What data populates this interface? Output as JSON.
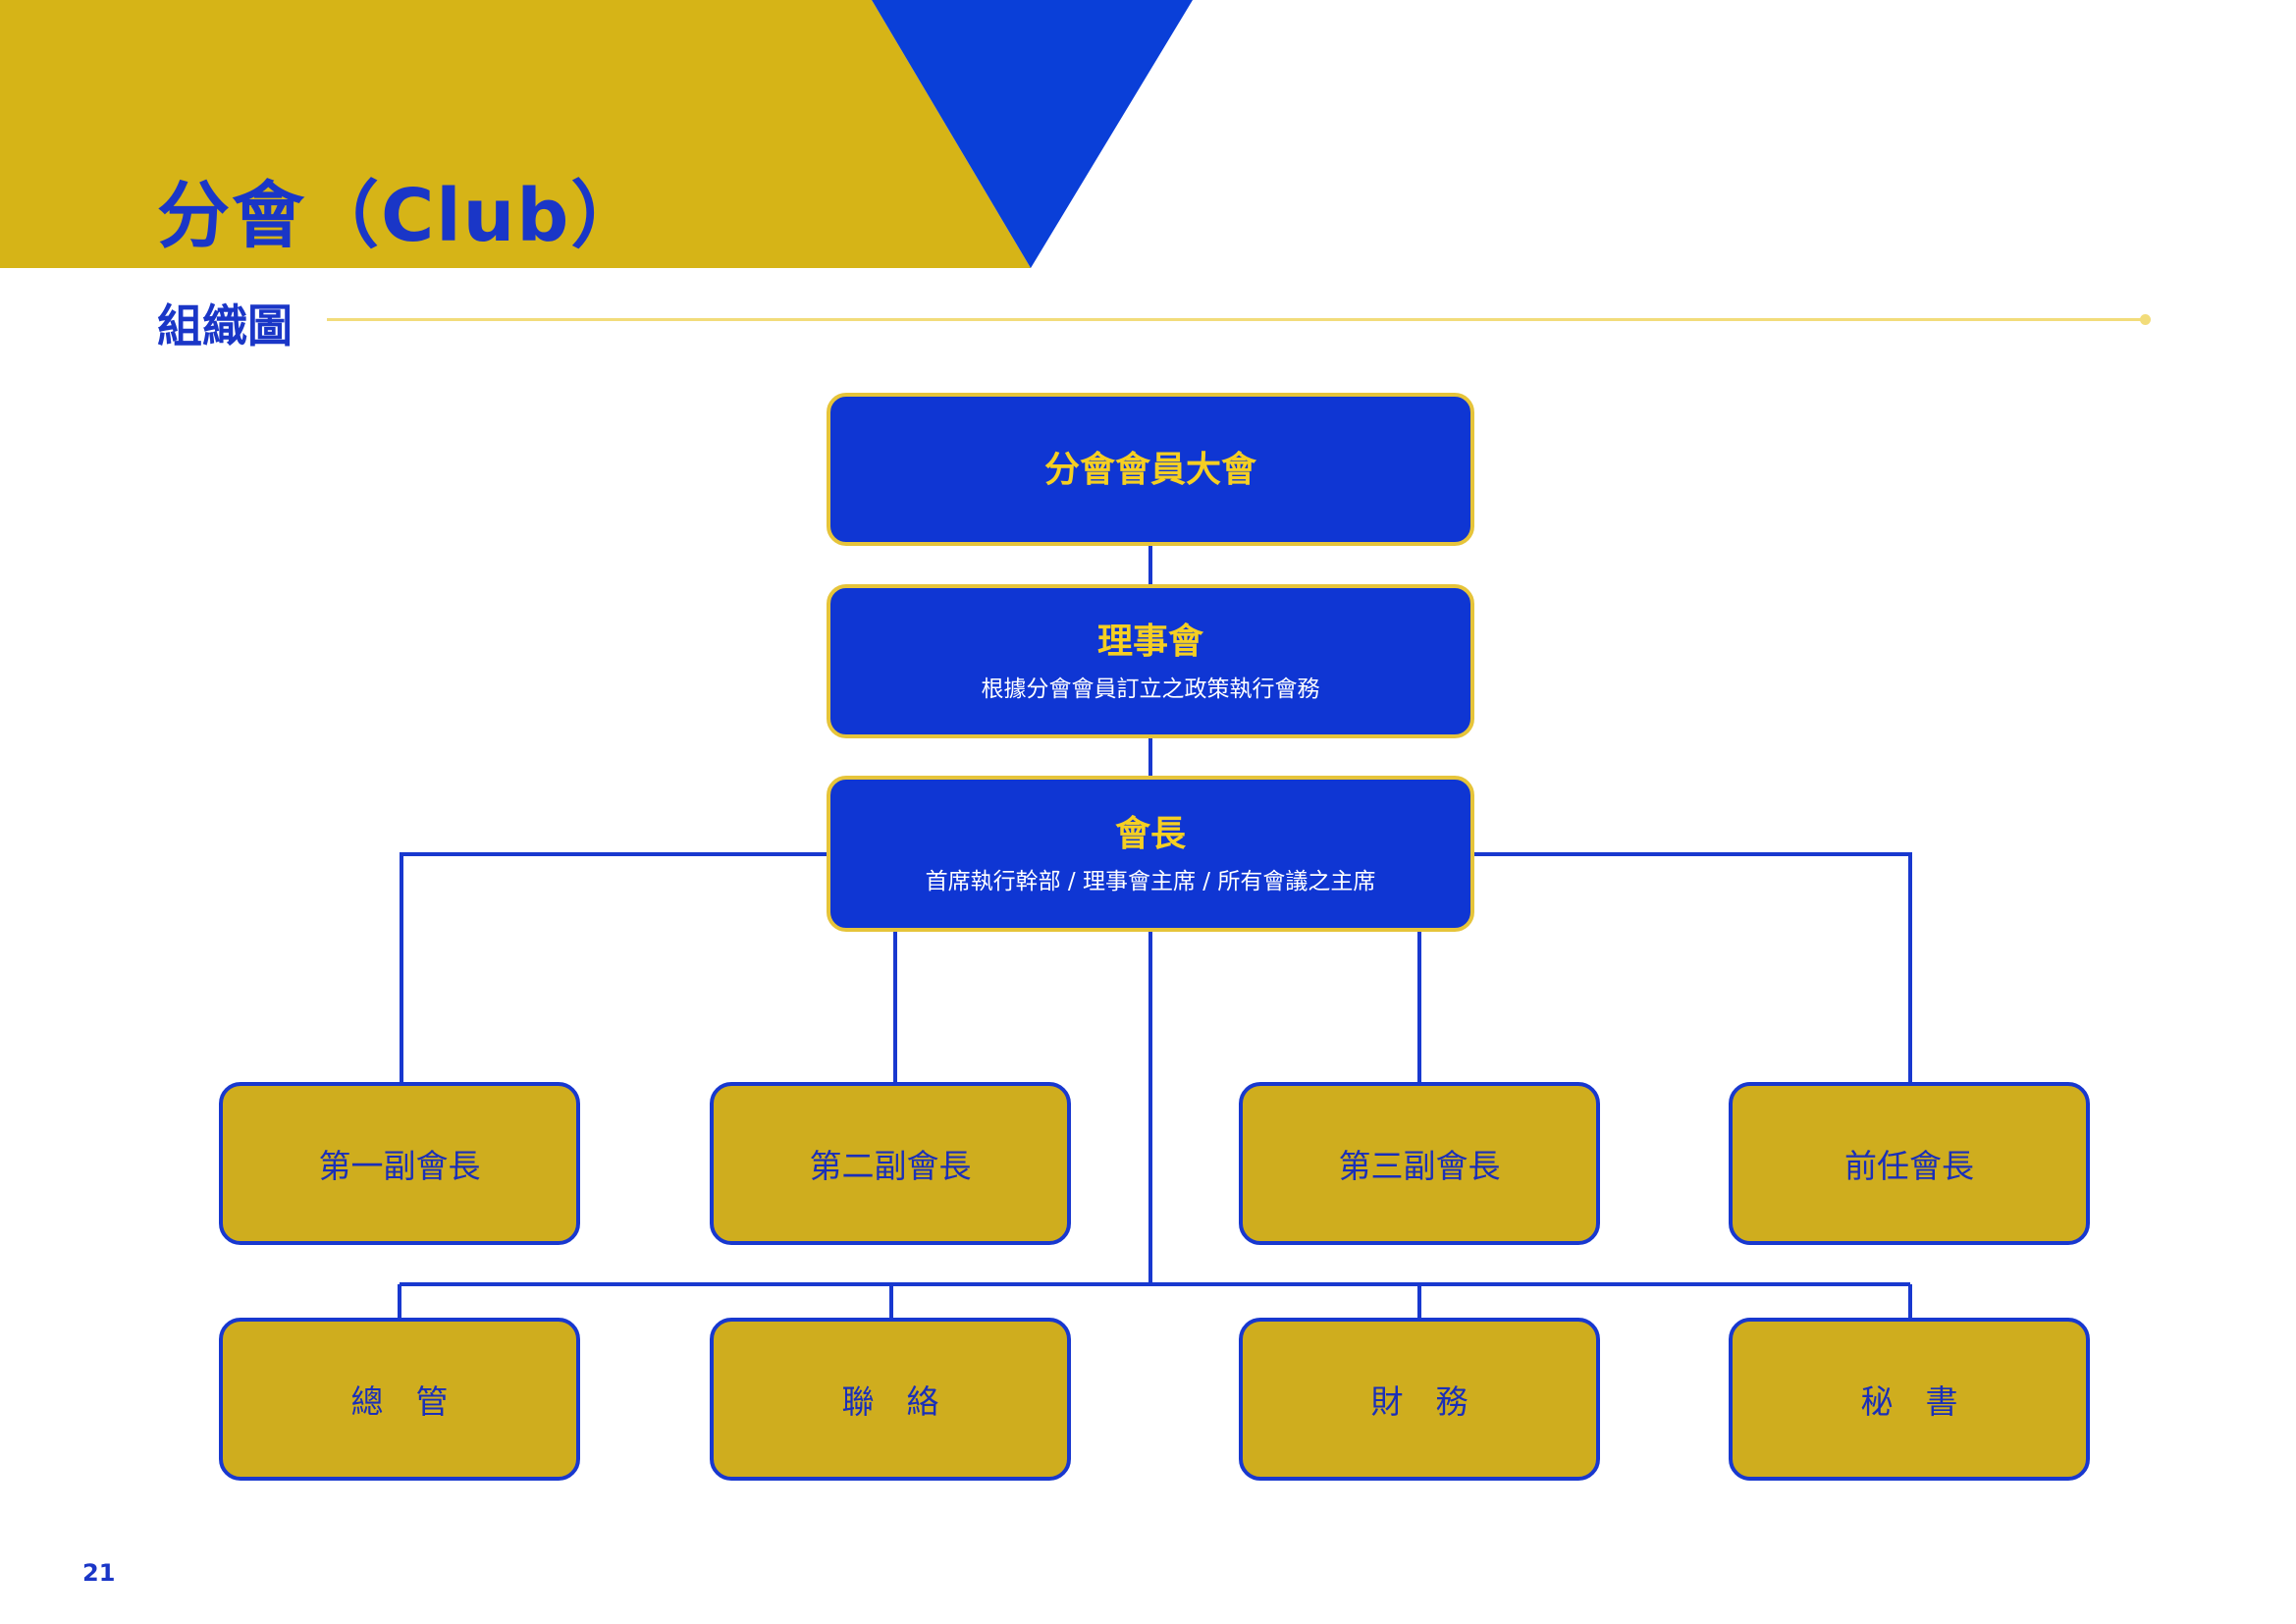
{
  "header": {
    "title": "分會（Club）",
    "section_title": "組織圖",
    "colors": {
      "gold": "#D6B417",
      "blue": "#0A3FD8",
      "rule": "#F2DC7A"
    }
  },
  "org_chart": {
    "assembly": {
      "title": "分會會員大會"
    },
    "board": {
      "title": "理事會",
      "subtitle": "根據分會會員訂立之政策執行會務"
    },
    "president": {
      "title": "會長",
      "subtitle": "首席執行幹部 / 理事會主席 / 所有會議之主席"
    },
    "vice_row": [
      "第一副會長",
      "第二副會長",
      "第三副會長",
      "前任會長"
    ],
    "officer_row": [
      "總　管",
      "聯　絡",
      "財　務",
      "秘　書"
    ]
  },
  "footer": {
    "page_number": "21"
  }
}
